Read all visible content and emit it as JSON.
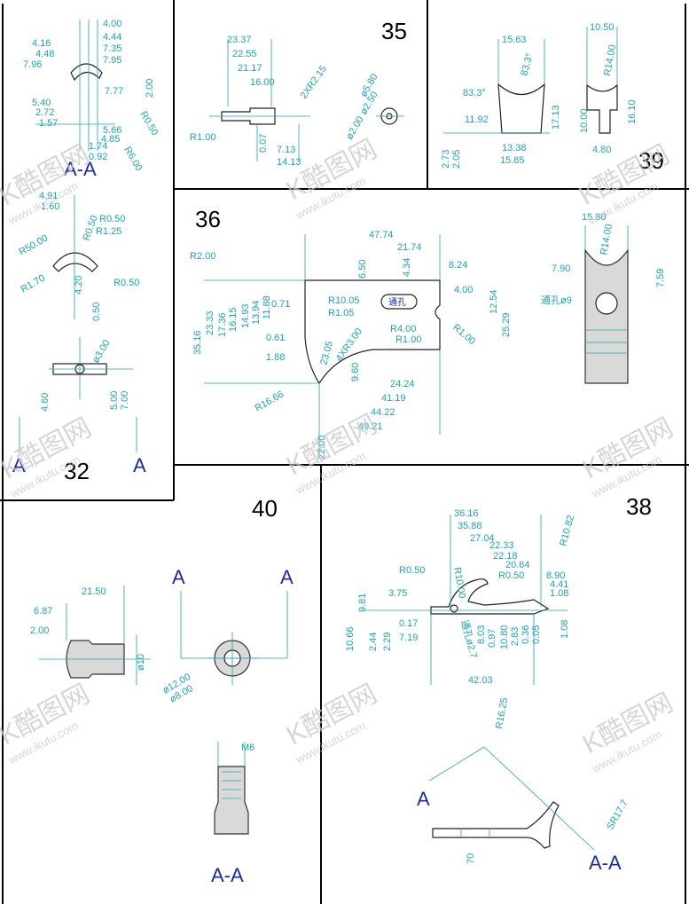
{
  "panels": {
    "p32": {
      "number": "32",
      "section_label": "A-A",
      "view_label_left": "A",
      "view_label_right": "A",
      "dims_h": [
        "4.00",
        "4.44",
        "4.16",
        "4.48",
        "7.35",
        "7.96",
        "7.95",
        "7.77",
        "5.40",
        "2.72",
        "1.57",
        "1.74",
        "0.92",
        "4.91",
        "1.60"
      ],
      "dims_v": [
        "2.00",
        "R0.50",
        "R6.00",
        "5.66",
        "4.85",
        "R0.50",
        "R0.50",
        "R1.25",
        "R50.00",
        "R1.70",
        "4.20",
        "R0.50",
        "0.50",
        "ø3.00",
        "4.60",
        "5.00",
        "7.00"
      ]
    },
    "p35": {
      "number": "35",
      "dims_h": [
        "23.37",
        "22.55",
        "21.17",
        "16.00",
        "7.13",
        "14.13"
      ],
      "dims_v": [
        "R1.00",
        "0.07",
        "2XR2.15",
        "ø5.80",
        "ø2.50",
        "ø2.00"
      ]
    },
    "p39": {
      "number": "39",
      "dims_h": [
        "15.63",
        "10.50",
        "83.3°",
        "11.92",
        "13.38",
        "15.85",
        "4.80"
      ],
      "dims_v": [
        "83.3°",
        "17.13",
        "R14.00",
        "10.00",
        "16.10",
        "2.73",
        "2.05"
      ]
    },
    "p36": {
      "number": "36",
      "hole_tag": "通孔",
      "through_hole_label": "通孔ø9",
      "dims_h": [
        "47.74",
        "21.74",
        "8.24",
        "4.00",
        "R2.00",
        "0.71",
        "0.61",
        "1.88",
        "R10.05",
        "R1.05",
        "R4.00",
        "R1.00",
        "R1.00",
        "24.24",
        "41.19",
        "44.22",
        "49.21",
        "15.80",
        "7.90"
      ],
      "dims_v": [
        "4.34",
        "6.50",
        "17.36",
        "16.15",
        "14.93",
        "13.94",
        "11.88",
        "23.33",
        "35.16",
        "12.54",
        "25.29",
        "R16.66",
        "9.60",
        "23.05",
        "4XR3.00",
        "22.00",
        "R14.00",
        "7.59"
      ]
    },
    "p40": {
      "number": "40",
      "section_label": "A-A",
      "view_label_left": "A",
      "view_label_right": "A",
      "thread_label": "M6",
      "dims_h": [
        "21.50",
        "6.87",
        "2.00"
      ],
      "dims_v": [
        "ø10",
        "ø12.00",
        "ø8.00"
      ]
    },
    "p38": {
      "number": "38",
      "section_label": "A-A",
      "view_label": "A",
      "sphere_label": "SR17.7",
      "dims_h": [
        "36.16",
        "35.88",
        "27.04",
        "22.33",
        "22.18",
        "20.64",
        "R0.50",
        "3.75",
        "0.17",
        "7.19",
        "42.03"
      ],
      "dims_v": [
        "R10.82",
        "R10.00",
        "R0.50",
        "8.90",
        "4.41",
        "1.08",
        "1.08",
        "9.81",
        "10.66",
        "2.44",
        "2.29",
        "8.03",
        "0.97",
        "10.80",
        "2.83",
        "0.36",
        "0.05",
        "通孔ø2.7",
        "R16.25",
        "70"
      ]
    }
  },
  "watermark": {
    "logo_text": "K酷图网",
    "url": "www.ikutu.com"
  },
  "colors": {
    "dimension": "#1aa5b8",
    "section_label": "#1a2ab0",
    "outline": "#222222",
    "watermark": "#c9c9c9"
  }
}
